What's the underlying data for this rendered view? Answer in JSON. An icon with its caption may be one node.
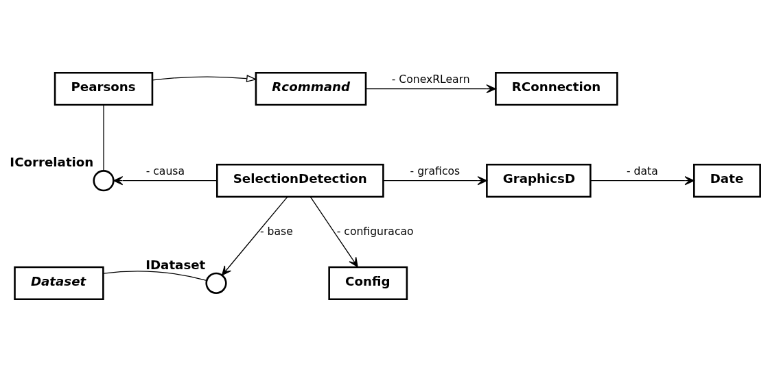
{
  "diagram": {
    "nodes": [
      {
        "text": [
          "Pearsons"
        ]
      },
      {
        "text": [
          "Rcommand"
        ]
      },
      {
        "text": [
          "RConnection"
        ]
      },
      {
        "text": [
          "ICorrelation"
        ]
      },
      {
        "text": [
          "SelectionDetection"
        ]
      },
      {
        "text": [
          "GraphicsD"
        ]
      },
      {
        "text": [
          "Date"
        ]
      },
      {
        "text": [
          "Dataset"
        ]
      },
      {
        "text": [
          "IDataset"
        ]
      },
      {
        "text": [
          "Config"
        ]
      }
    ],
    "edges": [
      {
        "from": 0,
        "to": 1,
        "arrow": "to"
      },
      {
        "from": 1,
        "to": 2,
        "arrow": "to",
        "label": "- ConexRLearn"
      },
      {
        "from": 0,
        "to": 3,
        "arrow": "none"
      },
      {
        "from": 4,
        "to": 3,
        "arrow": "to",
        "label": "- causa"
      },
      {
        "from": 4,
        "to": 5,
        "arrow": "to",
        "label": "- graficos"
      },
      {
        "from": 5,
        "to": 6,
        "arrow": "to",
        "label": "- data"
      },
      {
        "from": 4,
        "to": 8,
        "arrow": "to",
        "label": "- base"
      },
      {
        "from": 4,
        "to": 9,
        "arrow": "to",
        "label": "- configuracao"
      },
      {
        "from": 7,
        "to": 8,
        "arrow": "none"
      }
    ]
  }
}
